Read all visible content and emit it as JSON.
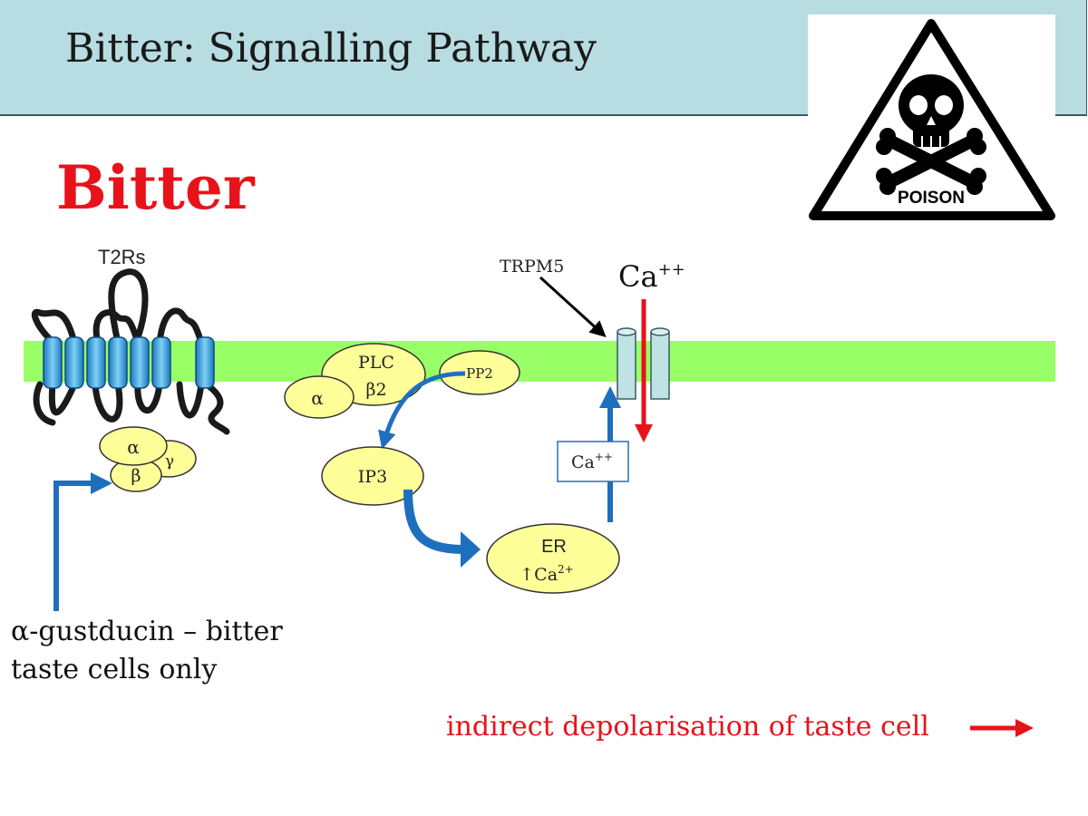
{
  "slide": {
    "title": "Bitter: Signalling Pathway",
    "heading": "Bitter"
  },
  "poison_sign": {
    "label": "POISON",
    "icon": "skull-crossbones-icon"
  },
  "receptor": {
    "label": "T2Rs"
  },
  "g_protein": {
    "alpha": "α",
    "beta": "β",
    "gamma": "γ"
  },
  "plc": {
    "line1": "PLC",
    "line2": "β2",
    "alpha": "α"
  },
  "pp2": "PP2",
  "ip3": "IP3",
  "er": {
    "line1": "ER",
    "ca_prefix": "↑Ca",
    "ca_sup": "2+"
  },
  "channel": {
    "label": "TRPM5",
    "ca_base": "Ca",
    "ca_sup": "++"
  },
  "cytosol_ca": {
    "base": "Ca",
    "sup": "++"
  },
  "caption": {
    "line1": "α-gustducin – bitter",
    "line2": "taste cells only"
  },
  "footer_note": "indirect depolarisation of taste cell",
  "colors": {
    "title_bar": "#b7dde2",
    "heading_red": "#e8121b",
    "membrane_green": "#99ff66",
    "node_fill": "#ffff99",
    "arrow_blue": "#1f6fbf",
    "channel_fill": "#bfe3e5"
  }
}
